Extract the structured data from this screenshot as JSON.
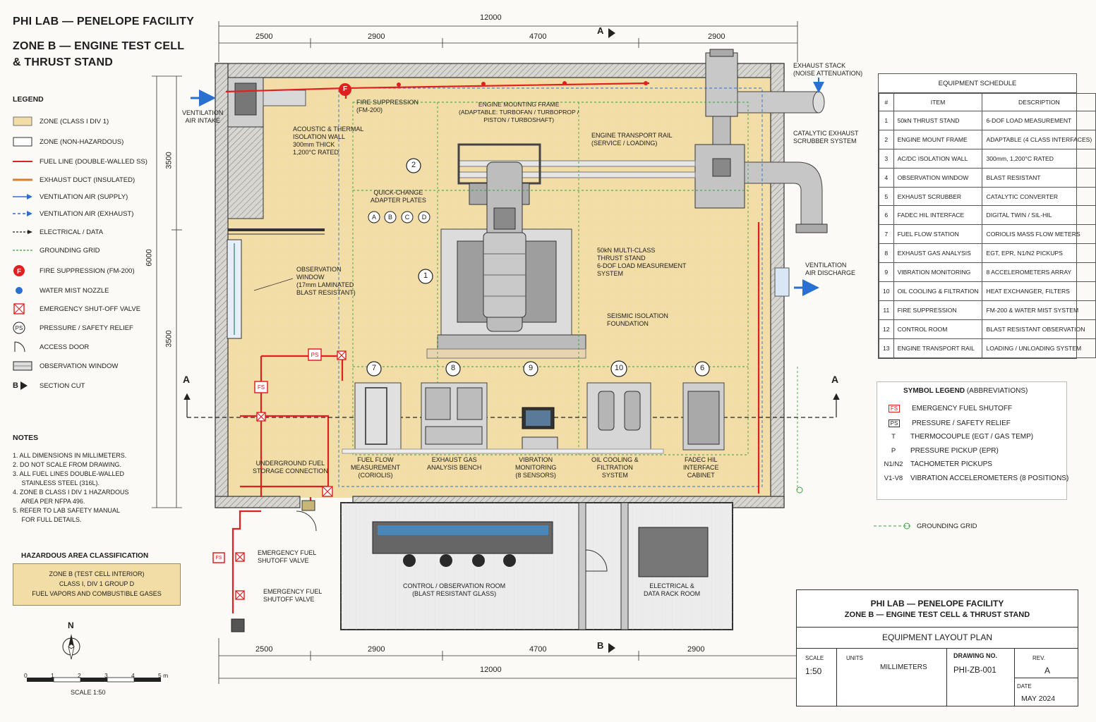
{
  "header": {
    "line1": "PHI LAB — PENELOPE FACILITY",
    "line2": "ZONE B — ENGINE TEST CELL",
    "line3": "& THRUST STAND"
  },
  "legend": {
    "title": "LEGEND",
    "items": [
      {
        "label": "ZONE (CLASS I DIV 1)",
        "symbol": "zone-hazard-swatch",
        "color": "#f3dda6"
      },
      {
        "label": "ZONE (NON-HAZARDOUS)",
        "symbol": "zone-safe-swatch",
        "color": "#ffffff"
      },
      {
        "label": "FUEL LINE (DOUBLE-WALLED SS)",
        "symbol": "fuel-line",
        "color": "#e02020"
      },
      {
        "label": "EXHAUST DUCT (INSULATED)",
        "symbol": "exhaust-duct",
        "color": "#d98030"
      },
      {
        "label": "VENTILATION AIR (SUPPLY)",
        "symbol": "supply-arrow",
        "color": "#2a70d0"
      },
      {
        "label": "VENTILATION AIR (EXHAUST)",
        "symbol": "exhaust-arrow",
        "color": "#2a70d0"
      },
      {
        "label": "ELECTRICAL / DATA",
        "symbol": "data-line",
        "color": "#222222"
      },
      {
        "label": "GROUNDING GRID",
        "symbol": "ground-line",
        "color": "#3aa040"
      },
      {
        "label": "FIRE SUPPRESSION (FM-200)",
        "symbol": "fire-icon",
        "color": "#e02020"
      },
      {
        "label": "WATER MIST NOZZLE",
        "symbol": "mist-icon",
        "color": "#2a70d0"
      },
      {
        "label": "EMERGENCY SHUT-OFF VALVE",
        "symbol": "valve-icon",
        "color": "#e02020"
      },
      {
        "label": "PRESSURE / SAFETY RELIEF",
        "symbol": "ps-icon",
        "color": "#222222"
      },
      {
        "label": "ACCESS DOOR",
        "symbol": "door-icon",
        "color": "#222222"
      },
      {
        "label": "OBSERVATION WINDOW",
        "symbol": "window-icon",
        "color": "#222222"
      },
      {
        "label": "SECTION CUT",
        "symbol": "section-icon",
        "color": "#222222",
        "letter": "B"
      }
    ]
  },
  "notes": {
    "title": "NOTES",
    "items": [
      "1.  ALL DIMENSIONS IN MILLIMETERS.",
      "2.  DO NOT SCALE FROM DRAWING.",
      "3.  ALL FUEL LINES DOUBLE-WALLED",
      "     STAINLESS STEEL (316L).",
      "4.  ZONE B CLASS I DIV 1 HAZARDOUS",
      "     AREA PER NFPA 496.",
      "5.  REFER TO LAB SAFETY MANUAL",
      "     FOR FULL DETAILS."
    ]
  },
  "hazard": {
    "title": "HAZARDOUS AREA CLASSIFICATION",
    "line1": "ZONE B (TEST CELL INTERIOR)",
    "line2": "CLASS I, DIV 1 GROUP D",
    "line3": "FUEL VAPORS AND COMBUSTIBLE GASES"
  },
  "north": {
    "letter": "N"
  },
  "scale_bar": {
    "ticks": [
      "0",
      "1",
      "2",
      "3",
      "4",
      "5 m"
    ],
    "label": "SCALE 1:50"
  },
  "dims": {
    "total_top": "12000",
    "top": [
      "2500",
      "2900",
      "4700",
      "2900"
    ],
    "total_bottom": "12000",
    "bottom": [
      "2500",
      "2900",
      "4700",
      "2900"
    ],
    "left_total": "6000",
    "left": [
      "3500",
      "3500"
    ]
  },
  "sections": {
    "a": "A",
    "b": "B"
  },
  "plan_labels": {
    "vent_intake": [
      "VENTILATION",
      "AIR INTAKE"
    ],
    "acoustic_wall": [
      "ACOUSTIC & THERMAL",
      "ISOLATION WALL",
      "300mm THICK",
      "1,200°C RATED"
    ],
    "fire_supp": [
      "FIRE SUPPRESSION",
      "(FM-200)"
    ],
    "mount_frame": [
      "ENGINE MOUNTING FRAME",
      "(ADAPTABLE: TURBOFAN / TURBOPROP /",
      "PISTON / TURBOSHAFT)"
    ],
    "transport_rail": [
      "ENGINE TRANSPORT RAIL",
      "(SERVICE / LOADING)"
    ],
    "quick_change": [
      "QUICK-CHANGE",
      "ADAPTER PLATES"
    ],
    "adapters": [
      "A",
      "B",
      "C",
      "D"
    ],
    "thrust_stand": [
      "50kN MULTI-CLASS",
      "THRUST STAND",
      "6-DOF LOAD MEASUREMENT",
      "SYSTEM"
    ],
    "seismic": [
      "SEISMIC ISOLATION",
      "FOUNDATION"
    ],
    "obs_window": [
      "OBSERVATION",
      "WINDOW",
      "(17mm LAMINATED",
      "BLAST RESISTANT)"
    ],
    "exhaust_stack": [
      "EXHAUST STACK",
      "(NOISE ATTENUATION)"
    ],
    "scrubber": [
      "CATALYTIC EXHAUST",
      "SCRUBBER SYSTEM"
    ],
    "vent_discharge": [
      "VENTILATION",
      "AIR DISCHARGE"
    ],
    "underground_fuel": [
      "UNDERGROUND FUEL",
      "STORAGE CONNECTION"
    ],
    "fuel_flow": [
      "FUEL FLOW",
      "MEASUREMENT",
      "(CORIOLIS)"
    ],
    "exhaust_gas": [
      "EXHAUST GAS",
      "ANALYSIS BENCH"
    ],
    "vibration": [
      "VIBRATION",
      "MONITORING",
      "(8 SENSORS)"
    ],
    "oil_cooling": [
      "OIL COOLING &",
      "FILTRATION",
      "SYSTEM"
    ],
    "fadec": [
      "FADEC HIL",
      "INTERFACE",
      "CABINET"
    ],
    "efs1": [
      "EMERGENCY FUEL",
      "SHUTOFF VALVE"
    ],
    "efs2": [
      "EMERGENCY FUEL",
      "SHUTOFF VALVE"
    ],
    "control_room": [
      "CONTROL / OBSERVATION ROOM",
      "(BLAST RESISTANT GLASS)"
    ],
    "elec_room": [
      "ELECTRICAL &",
      "DATA RACK ROOM"
    ],
    "callouts": [
      "1",
      "2",
      "6",
      "7",
      "8",
      "9",
      "10"
    ],
    "fs_tag": "FS",
    "ps_tag": "PS",
    "f_tag": "F"
  },
  "schedule": {
    "title": "EQUIPMENT SCHEDULE",
    "columns": [
      "#",
      "ITEM",
      "DESCRIPTION"
    ],
    "rows": [
      [
        "1",
        "50kN THRUST STAND",
        "6-DOF LOAD MEASUREMENT"
      ],
      [
        "2",
        "ENGINE MOUNT FRAME",
        "ADAPTABLE (4 CLASS INTERFACES)"
      ],
      [
        "3",
        "AC/DC ISOLATION WALL",
        "300mm, 1,200°C RATED"
      ],
      [
        "4",
        "OBSERVATION WINDOW",
        "BLAST RESISTANT"
      ],
      [
        "5",
        "EXHAUST SCRUBBER",
        "CATALYTIC CONVERTER"
      ],
      [
        "6",
        "FADEC HIL INTERFACE",
        "DIGITAL TWIN / SIL-HIL"
      ],
      [
        "7",
        "FUEL FLOW STATION",
        "CORIOLIS MASS FLOW METERS"
      ],
      [
        "8",
        "EXHAUST GAS ANALYSIS",
        "EGT, EPR, N1/N2 PICKUPS"
      ],
      [
        "9",
        "VIBRATION MONITORING",
        "8 ACCELEROMETERS ARRAY"
      ],
      [
        "10",
        "OIL COOLING & FILTRATION",
        "HEAT EXCHANGER, FILTERS"
      ],
      [
        "11",
        "FIRE SUPPRESSION",
        "FM-200 & WATER MIST SYSTEM"
      ],
      [
        "12",
        "CONTROL ROOM",
        "BLAST RESISTANT OBSERVATION"
      ],
      [
        "13",
        "ENGINE TRANSPORT RAIL",
        "LOADING / UNLOADING SYSTEM"
      ]
    ]
  },
  "symbol_legend": {
    "title_bold": "SYMBOL LEGEND",
    "title_rest": " (ABBREVIATIONS)",
    "items": [
      {
        "key": "FS",
        "label": "EMERGENCY FUEL SHUTOFF"
      },
      {
        "key": "PS",
        "label": "PRESSURE / SAFETY RELIEF"
      },
      {
        "key": "T",
        "label": "THERMOCOUPLE (EGT / GAS TEMP)"
      },
      {
        "key": "P",
        "label": "PRESSURE PICKUP (EPR)"
      },
      {
        "key": "N1/N2",
        "label": "TACHOMETER PICKUPS"
      },
      {
        "key": "V1-V8",
        "label": "VIBRATION ACCELEROMETERS (8 POSITIONS)"
      }
    ],
    "grounding": "GROUNDING GRID"
  },
  "title_block": {
    "line1": "PHI LAB — PENELOPE FACILITY",
    "line2": "ZONE B — ENGINE TEST CELL & THRUST STAND",
    "plan": "EQUIPMENT LAYOUT PLAN",
    "scale_label": "SCALE",
    "scale_value": "1:50",
    "units_label": "UNITS",
    "units_value": "MILLIMETERS",
    "drawing_label": "DRAWING NO.",
    "drawing_value": "PHI-ZB-001",
    "rev_label": "REV.",
    "rev_value": "A",
    "date_label": "DATE",
    "date_value": "MAY 2024"
  }
}
